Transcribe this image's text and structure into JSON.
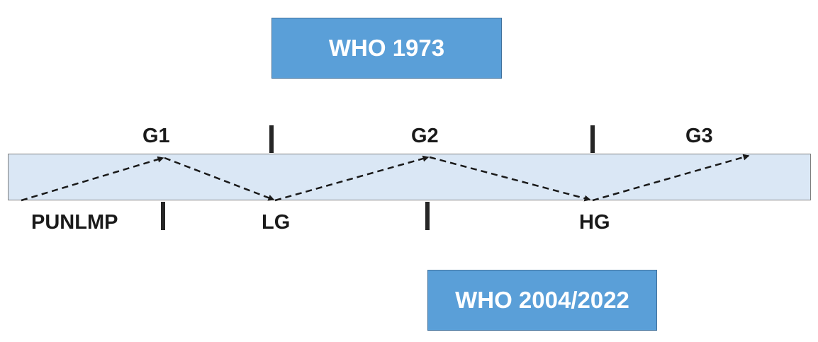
{
  "boxes": {
    "top": "WHO 1973",
    "bottom": "WHO 2004/2022"
  },
  "who_1973_grades": [
    "G1",
    "G2",
    "G3"
  ],
  "who_2004_grades": [
    "PUNLMP",
    "LG",
    "HG"
  ],
  "colors": {
    "box_fill": "#5a9fd8",
    "band_fill": "#dae7f5",
    "arrow": "#1a1a1a"
  }
}
